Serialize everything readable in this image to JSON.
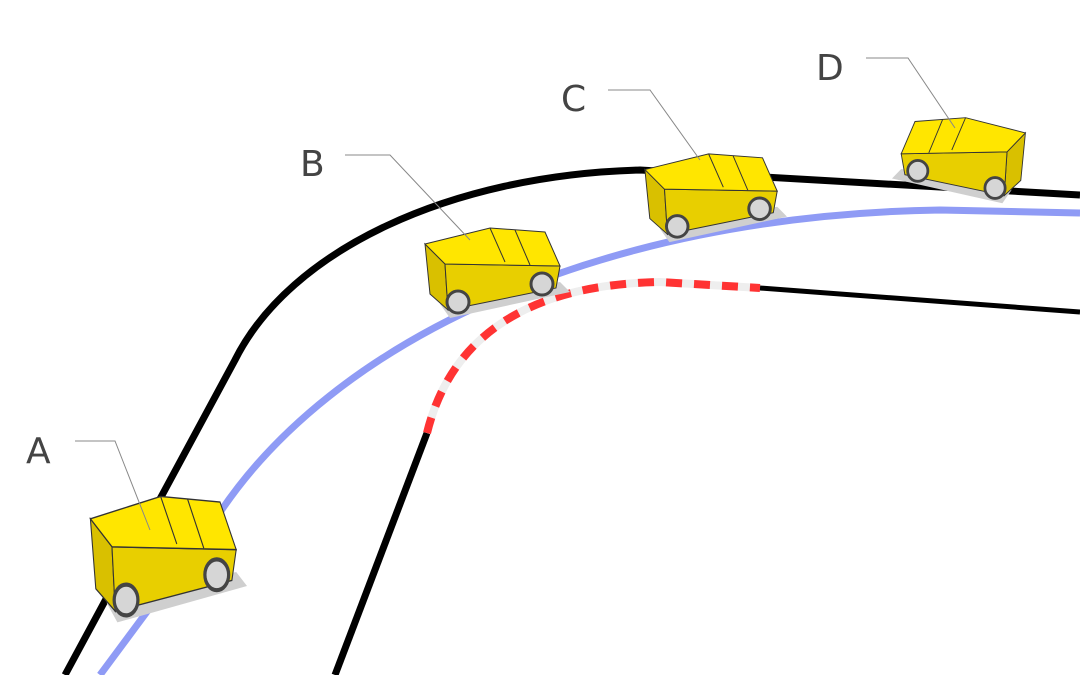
{
  "labels": [
    "A",
    "B",
    "C",
    "D"
  ],
  "colors": {
    "track_edge": "#000000",
    "path": "#8f9bf5",
    "curb_red": "#ff3333",
    "curb_white": "#eeeeee",
    "car_body": "#ffe600"
  },
  "icons": [
    "car-icon"
  ]
}
